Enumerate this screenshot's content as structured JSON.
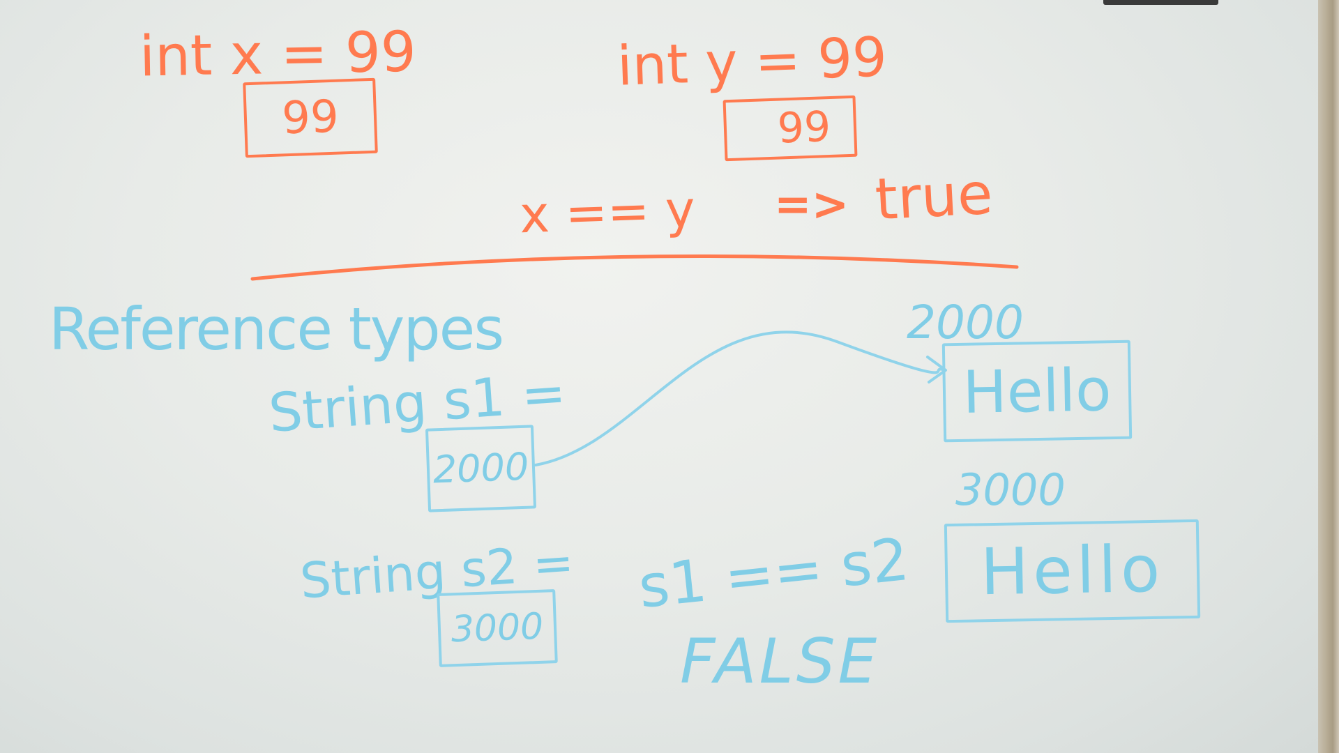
{
  "primitive": {
    "x_decl": "int x = 99",
    "x_value": "99",
    "y_decl": "int y = 99",
    "y_value": "99",
    "compare": "x == y",
    "arrow": "=>",
    "result": "true"
  },
  "reference": {
    "heading": "Reference types",
    "s1_decl": "String s1 =",
    "s1_value": "2000",
    "s2_decl": "String s2 =",
    "s2_value": "3000",
    "obj1_address": "2000",
    "obj1_value": "Hello",
    "obj2_address": "3000",
    "obj2_value": "Hello",
    "compare": "s1 == s2",
    "result": "FALSE"
  },
  "colors": {
    "orange_marker": "#ff7a4f",
    "blue_marker": "#80cde6"
  }
}
